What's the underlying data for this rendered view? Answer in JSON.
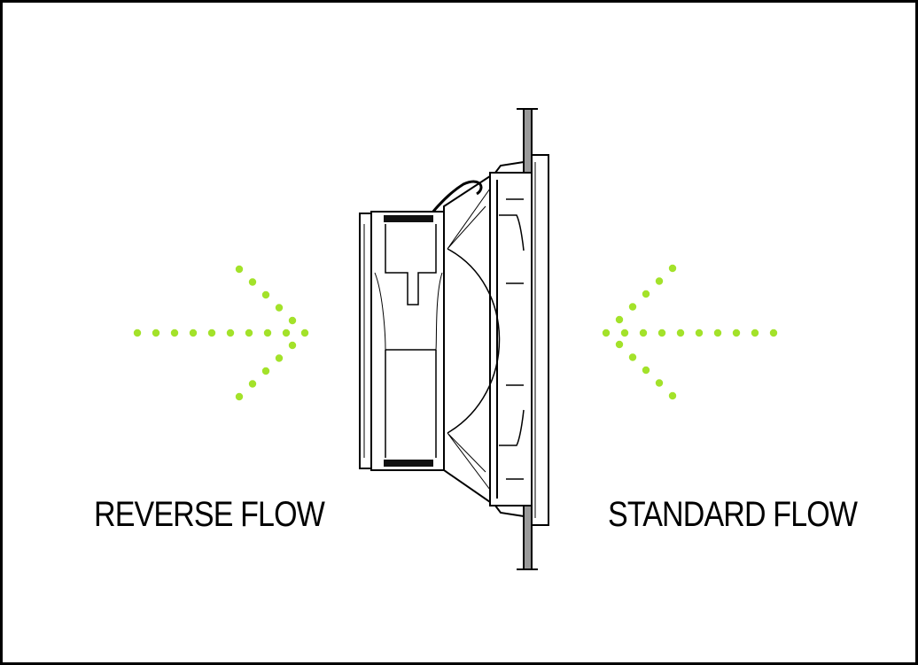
{
  "labels": {
    "reverse": "REVERSE FLOW",
    "standard": "STANDARD FLOW"
  },
  "colors": {
    "arrow_dots": "#a3e22a",
    "line": "#000000",
    "wall": "#9a9a9a"
  },
  "icons": {
    "left_arrow": "dotted-arrow-right",
    "right_arrow": "dotted-arrow-left",
    "device": "filter-fan-side-view"
  }
}
